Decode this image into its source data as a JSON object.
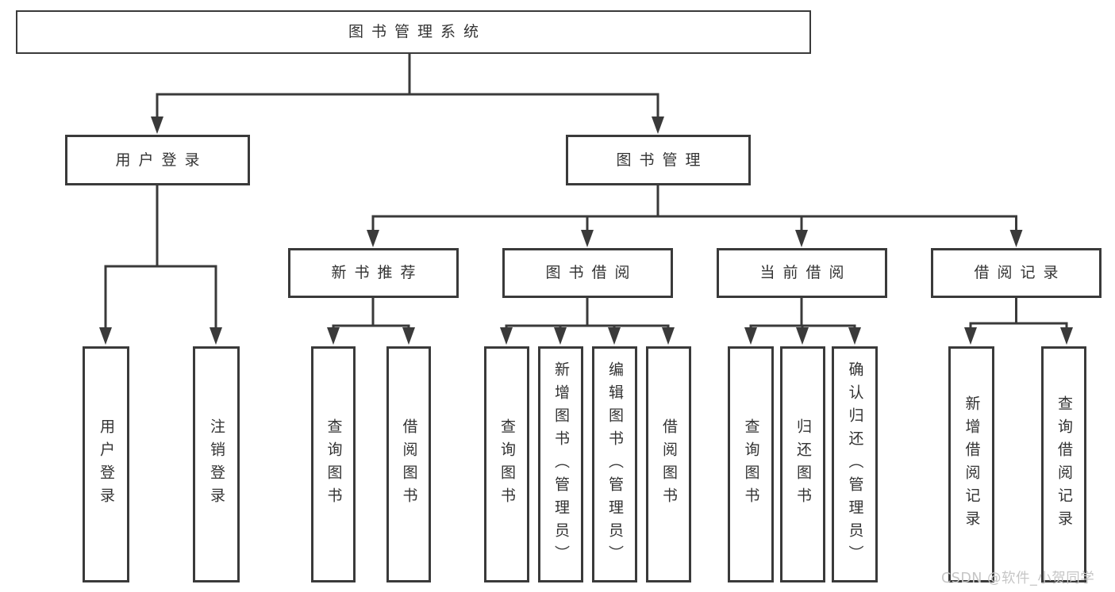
{
  "diagram": {
    "type": "function-structure-tree",
    "root": {
      "label": "图书管理系统",
      "children": [
        {
          "label": "用户登录",
          "children": [
            {
              "label": "用户登录"
            },
            {
              "label": "注销登录"
            }
          ]
        },
        {
          "label": "图书管理",
          "children": [
            {
              "label": "新书推荐",
              "children": [
                {
                  "label": "查询图书"
                },
                {
                  "label": "借阅图书"
                }
              ]
            },
            {
              "label": "图书借阅",
              "children": [
                {
                  "label": "查询图书"
                },
                {
                  "label": "新增图书（管理员）"
                },
                {
                  "label": "编辑图书（管理员）"
                },
                {
                  "label": "借阅图书"
                }
              ]
            },
            {
              "label": "当前借阅",
              "children": [
                {
                  "label": "查询图书"
                },
                {
                  "label": "归还图书"
                },
                {
                  "label": "确认归还（管理员）"
                }
              ]
            },
            {
              "label": "借阅记录",
              "children": [
                {
                  "label": "新增借阅记录"
                },
                {
                  "label": "查询借阅记录"
                }
              ]
            }
          ]
        }
      ]
    },
    "watermark": "CSDN @软件_小贺同学",
    "colors": {
      "line": "#3a3a3a",
      "box_border": "#3a3a3a",
      "text": "#333333",
      "background": "#ffffff",
      "watermark": "#c6c6c6"
    }
  }
}
